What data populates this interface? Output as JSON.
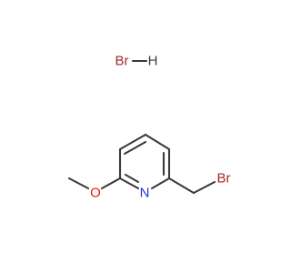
{
  "molecule": {
    "atoms": {
      "salt_br": {
        "label": "Br",
        "color": "#a52a2a"
      },
      "salt_h": {
        "label": "H",
        "color": "#3a3a3a"
      },
      "ring_n": {
        "label": "N",
        "color": "#2233dd"
      },
      "methoxy_o": {
        "label": "O",
        "color": "#ee1111"
      },
      "bromomethyl_br": {
        "label": "Br",
        "color": "#a52a2a"
      }
    },
    "colors": {
      "bond": "#3a3a3a",
      "background": "#ffffff"
    }
  }
}
